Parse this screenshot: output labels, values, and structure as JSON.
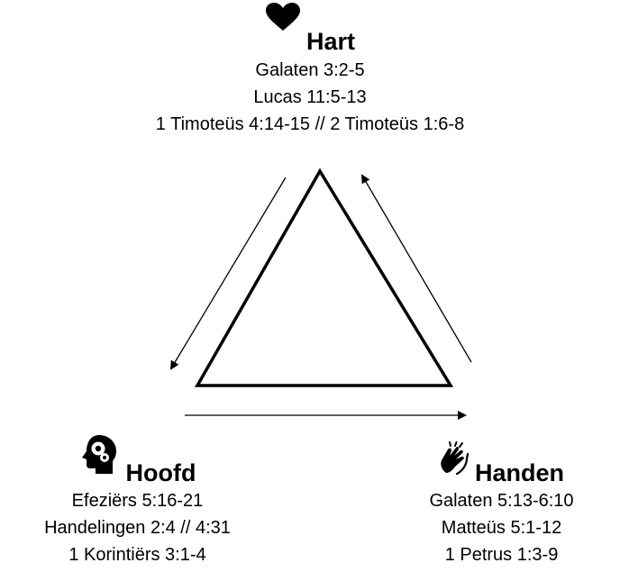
{
  "nodes": {
    "hart": {
      "title": "Hart",
      "icon": "heart-icon",
      "refs": [
        "Galaten 3:2-5",
        "Lucas 11:5-13",
        "1 Timoteüs 4:14-15 // 2 Timoteüs 1:6-8"
      ]
    },
    "hoofd": {
      "title": "Hoofd",
      "icon": "head-gears-icon",
      "refs": [
        "Efeziërs 5:16-21",
        "Handelingen 2:4 // 4:31",
        "1 Korintiërs 3:1-4"
      ]
    },
    "handen": {
      "title": "Handen",
      "icon": "clapping-hands-icon",
      "refs": [
        "Galaten 5:13-6:10",
        "Matteüs 5:1-12",
        "1 Petrus 1:3-9"
      ]
    }
  },
  "colors": {
    "stroke": "#000000",
    "background": "#ffffff"
  }
}
